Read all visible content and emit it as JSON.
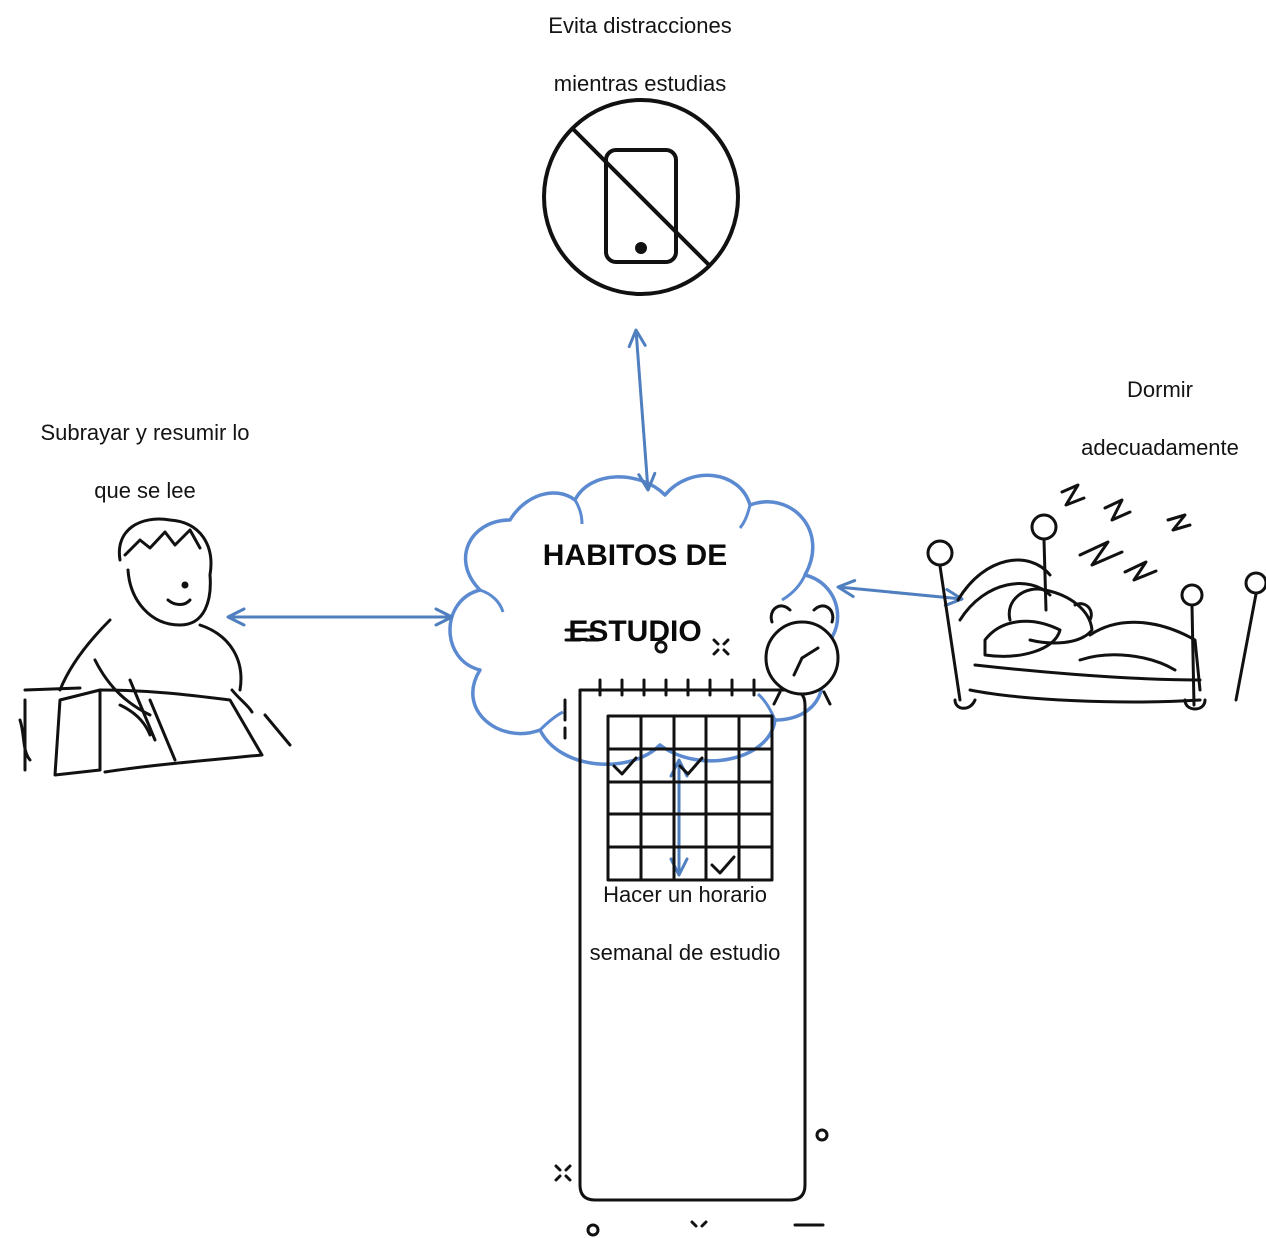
{
  "diagram": {
    "center": {
      "line1": "HABITOS DE",
      "line2": "ESTUDIO"
    },
    "nodes": {
      "top": {
        "line1": "Evita distracciones",
        "line2": "mientras estudias",
        "icon": "no-phone-icon"
      },
      "left": {
        "line1": "Subrayar y resumir lo",
        "line2": "que se lee",
        "icon": "student-writing-icon"
      },
      "right": {
        "line1": "Dormir",
        "line2": "adecuadamente",
        "icon": "sleeping-in-bed-icon"
      },
      "bottom": {
        "line1": "Hacer un horario",
        "line2": "semanal de estudio",
        "icon": "calendar-alarm-clock-icon"
      }
    },
    "colors": {
      "cloud_stroke": "#5b8ad1",
      "arrow": "#4f7fbf",
      "ink": "#141414"
    }
  }
}
